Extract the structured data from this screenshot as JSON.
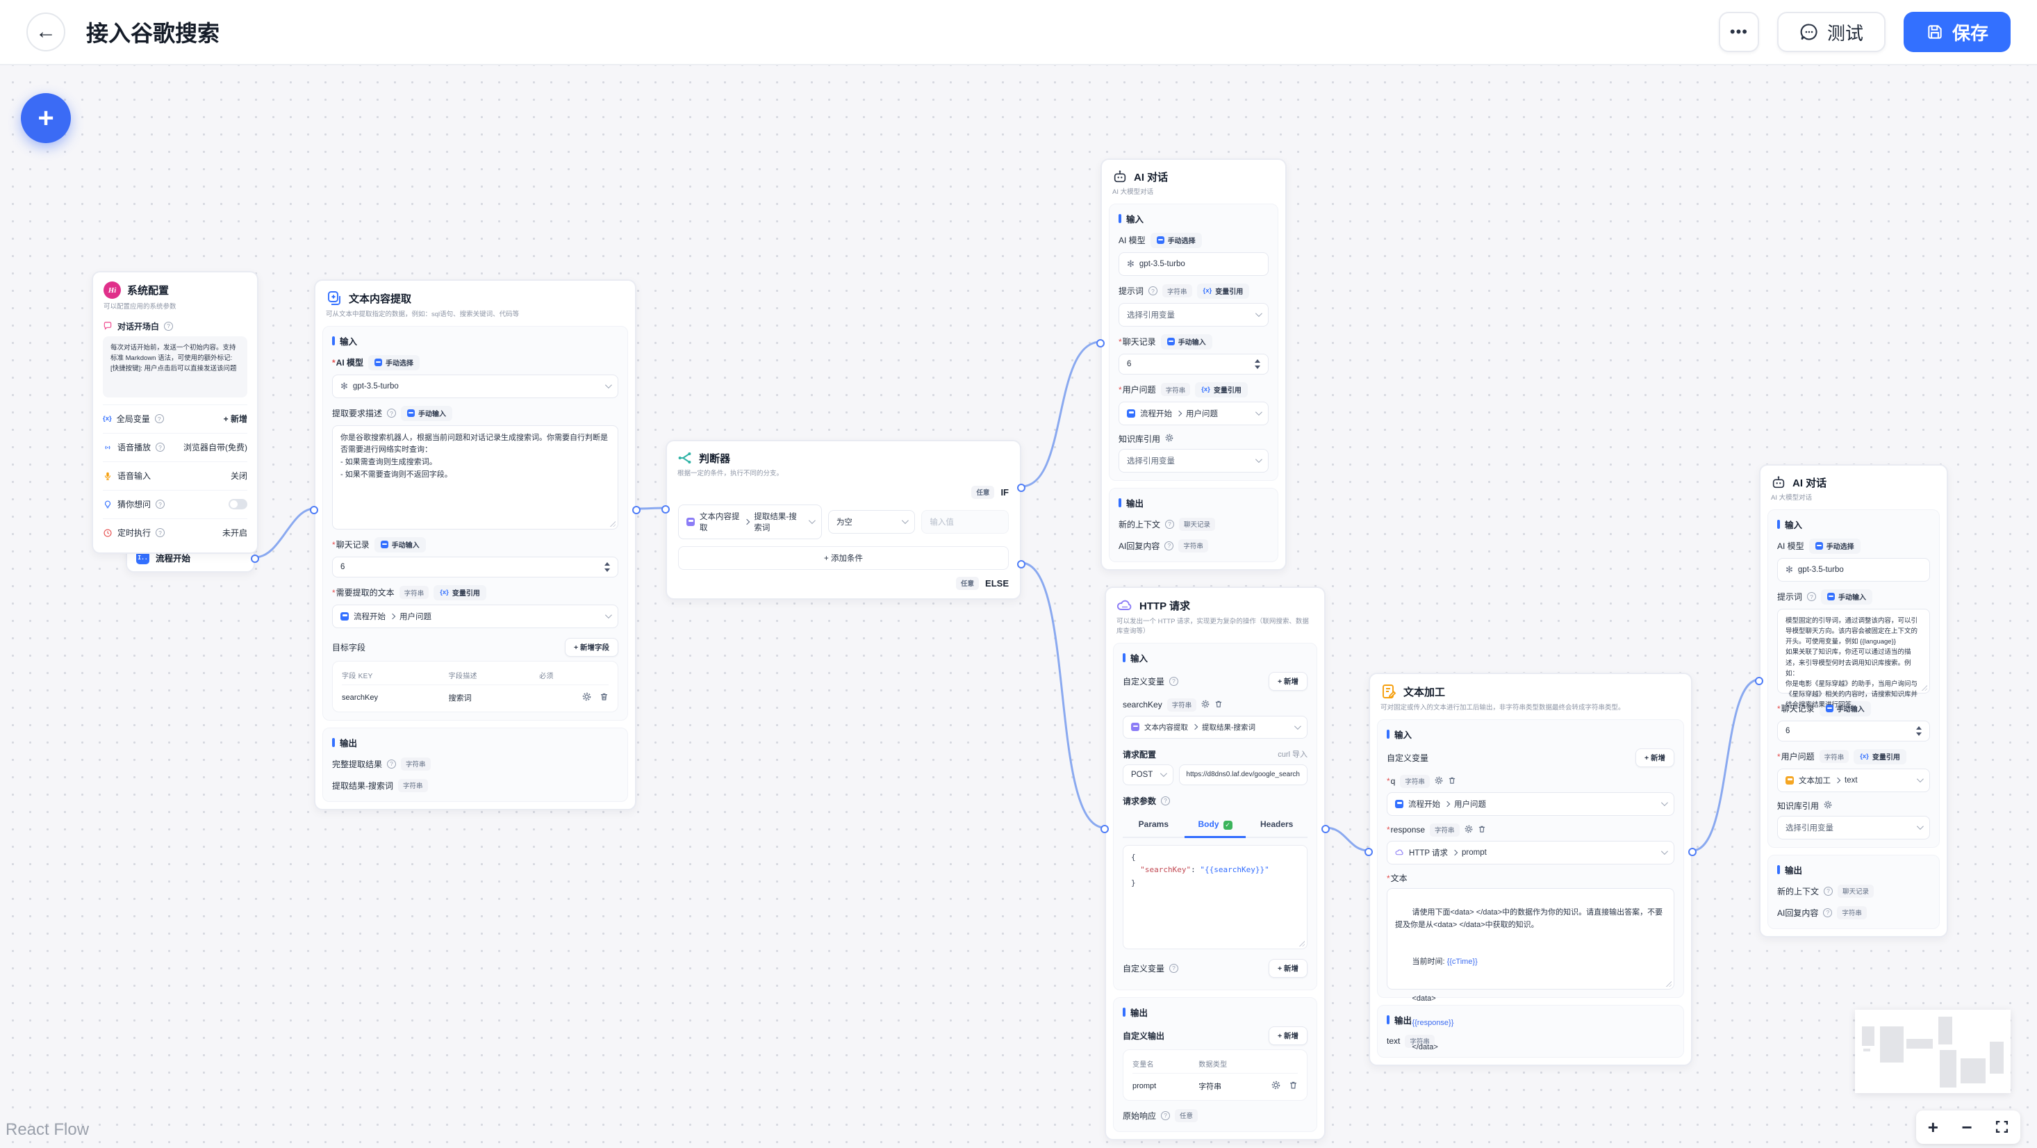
{
  "header": {
    "title": "接入谷歌搜索",
    "back": "←",
    "more": "•••",
    "test": "测试",
    "save": "保存"
  },
  "canvas": {
    "attribution": "React Flow"
  },
  "common": {
    "input": "输入",
    "output": "输出",
    "manual_select": "手动选择",
    "manual_input": "手动输入",
    "string": "字符串",
    "chat_history": "聊天记录",
    "any": "任意",
    "var_ref": "变量引用",
    "select_placeholder": "选择引用变量",
    "add": "+ 新增",
    "help": "?",
    "check": "✓",
    "openai": "✻",
    "braces": "{x}",
    "plus": "+",
    "minus": "−"
  },
  "colors": {
    "accent": "#3370ff",
    "edge": "#8aa9f0",
    "save_button": "#3370ff",
    "body_tab_check": "#3cb45c"
  },
  "nodes": {
    "start": {
      "title": "流程开始",
      "icon_text": "I.."
    },
    "system": {
      "title": "系统配置",
      "subtitle": "可以配置应用的系统参数",
      "avatar": "Hi",
      "welcome_label": "对话开场白",
      "welcome_placeholder": "每次对话开始前，发送一个初始内容。支持标准 Markdown 语法，可使用的额外标记:\n[快捷按键]: 用户点击后可以直接发送该问题",
      "rows": [
        {
          "label": "全局变量",
          "value": "+ 新增"
        },
        {
          "label": "语音播放",
          "value": "浏览器自带(免费)"
        },
        {
          "label": "语音输入",
          "value": "关闭"
        },
        {
          "label": "猜你想问",
          "value": ""
        },
        {
          "label": "定时执行",
          "value": "未开启"
        }
      ]
    },
    "extract": {
      "title": "文本内容提取",
      "subtitle": "可从文本中提取指定的数据，例如：sql语句、搜索关键词、代码等",
      "model_label": "AI 模型",
      "model": "gpt-3.5-turbo",
      "desc_label": "提取要求描述",
      "desc": "你是谷歌搜索机器人，根据当前问题和对话记录生成搜索词。你需要自行判断是否需要进行网络实时查询：\n- 如果需查询则生成搜索词。\n- 如果不需要查询则不返回字段。",
      "history_label": "聊天记录",
      "history": "6",
      "source_label": "需要提取的文本",
      "source_node": "流程开始",
      "source_field": "用户问题",
      "target_label": "目标字段",
      "add_field": "+ 新增字段",
      "th_key": "字段 KEY",
      "th_desc": "字段描述",
      "th_required": "必须",
      "row_key": "searchKey",
      "row_desc": "搜索词",
      "out1": "完整提取结果",
      "out2": "提取结果-搜索词"
    },
    "condition": {
      "title": "判断器",
      "subtitle": "根据一定的条件，执行不同的分支。",
      "if_label": "IF",
      "else_label": "ELSE",
      "ref_node": "文本内容提取",
      "ref_field": "提取结果-搜索词",
      "op": "为空",
      "value_placeholder": "输入值",
      "add_condition": "+ 添加条件"
    },
    "ai_top": {
      "title": "AI 对话",
      "subtitle": "AI 大模型对话",
      "model_label": "AI 模型",
      "model": "gpt-3.5-turbo",
      "prompt_label": "提示词",
      "history_label": "聊天记录",
      "history": "6",
      "question_label": "用户问题",
      "q_node": "流程开始",
      "q_field": "用户问题",
      "kb_label": "知识库引用",
      "out1": "新的上下文",
      "out2": "AI回复内容"
    },
    "http": {
      "title": "HTTP 请求",
      "subtitle": "可以发出一个 HTTP 请求，实现更为复杂的操作（联网搜索、数据库查询等）",
      "custom_var_label": "自定义变量",
      "var_name": "searchKey",
      "ref_node": "文本内容提取",
      "ref_field": "提取结果-搜索词",
      "req_label": "请求配置",
      "curl": "curl 导入",
      "method": "POST",
      "url": "https://d8dns0.laf.dev/google_search",
      "params_label": "请求参数",
      "tab_params": "Params",
      "tab_body": "Body",
      "tab_headers": "Headers",
      "code_open": "{",
      "code_key": "\"searchKey\"",
      "code_sep": ": ",
      "code_val": "\"{{searchKey}}\"",
      "code_close": "}",
      "custom_out_label": "自定义输出",
      "th_name": "变量名",
      "th_type": "数据类型",
      "row_name": "prompt",
      "row_type": "字符串",
      "raw_label": "原始响应"
    },
    "textproc": {
      "title": "文本加工",
      "subtitle": "可对固定或传入的文本进行加工后输出，非字符串类型数据最终会转成字符串类型。",
      "custom_var_label": "自定义变量",
      "v1": "q",
      "v1_node": "流程开始",
      "v1_field": "用户问题",
      "v2": "response",
      "v2_node": "HTTP 请求",
      "v2_field": "prompt",
      "text_label": "文本",
      "t1": "请使用下面<data> </data>中的数据作为你的知识。请直接输出答案，不要提及你是从<data> </data>中获取的知识。",
      "t2": "当前时间: ",
      "t2v": "{{cTime}}",
      "t3": "<data>",
      "t4": "{{response}}",
      "t5": "</data>",
      "out_name": "text"
    },
    "ai_right": {
      "title": "AI 对话",
      "subtitle": "AI 大模型对话",
      "model_label": "AI 模型",
      "model": "gpt-3.5-turbo",
      "prompt_label": "提示词",
      "prompt_placeholder": "模型固定的引导词，通过调整该内容，可以引导模型聊天方向。该内容会被固定在上下文的开头。可使用变量，例如 {{language}}\n如果关联了知识库，你还可以通过适当的描述，来引导模型何时去调用知识库搜索。例如：\n你是电影《星际穿越》的助手，当用户询问与《星际穿越》相关的内容时，请搜索知识库并结合搜索结果进行回答。",
      "history_label": "聊天记录",
      "history": "6",
      "question_label": "用户问题",
      "q_node": "文本加工",
      "q_field": "text",
      "kb_label": "知识库引用",
      "out1": "新的上下文",
      "out2": "AI回复内容"
    }
  }
}
